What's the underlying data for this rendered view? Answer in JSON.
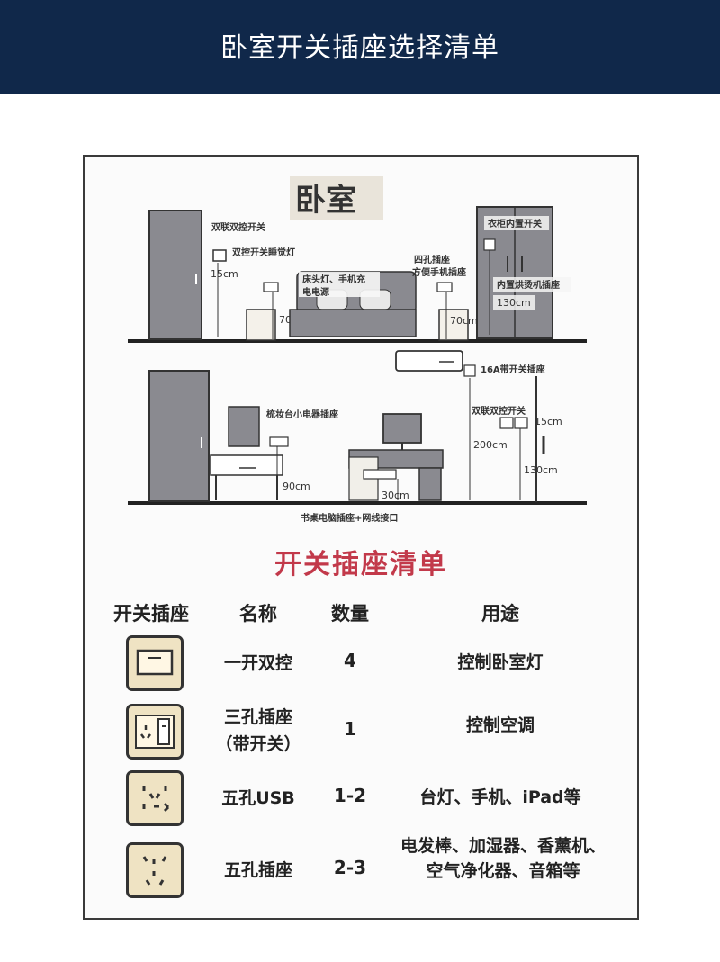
{
  "header": {
    "title": "卧室开关插座选择清单"
  },
  "diagram": {
    "room_title": "卧室",
    "labels": {
      "dual_switch": "双联双控开关",
      "dual_control_sleep_light": "双控开关睡觉灯",
      "height_15cm_left": "15cm",
      "bedside_lamp": "床头灯、手机充",
      "bedside_lamp_2": "电电源",
      "height_70cm_left": "70cm",
      "four_hole": "四孔插座",
      "four_hole_2": "方便手机插座",
      "height_70cm_right": "70cm",
      "wardrobe": "衣柜内置开关",
      "wardrobe_inner": "内置烘烫机插座",
      "height_130cm_top": "130cm",
      "ac_16a": "16A带开关插座",
      "dresser": "梳妆台小电器插座",
      "height_90cm": "90cm",
      "dual_switch_2": "双联双控开关",
      "height_15cm_right": "15cm",
      "height_200cm": "200cm",
      "height_130cm_bottom": "130cm",
      "height_30cm": "30cm",
      "desk_outlet": "书桌电脑插座+网线接口"
    }
  },
  "list": {
    "title": "开关插座清单",
    "headers": {
      "icon": "开关插座",
      "name": "名称",
      "qty": "数量",
      "use": "用途"
    },
    "rows": [
      {
        "icon": "single-rocker-switch-icon",
        "name": "一开双控",
        "name2": "",
        "qty": "4",
        "use": "控制卧室灯"
      },
      {
        "icon": "three-hole-switched-socket-icon",
        "name": "三孔插座",
        "name2": "（带开关）",
        "qty": "1",
        "use": "控制空调"
      },
      {
        "icon": "five-hole-usb-socket-icon",
        "name": "五孔USB",
        "name2": "",
        "qty": "1-2",
        "use": "台灯、手机、iPad等"
      },
      {
        "icon": "five-hole-socket-icon",
        "name": "五孔插座",
        "name2": "",
        "qty": "2-3",
        "use": "电发棒、加湿器、香薰机、空气净化器、音箱等"
      }
    ]
  },
  "colors": {
    "header_bg": "#10284a",
    "list_title": "#c2394a",
    "icon_fill": "#efe3c3",
    "furniture_gray": "#8a8a90"
  }
}
